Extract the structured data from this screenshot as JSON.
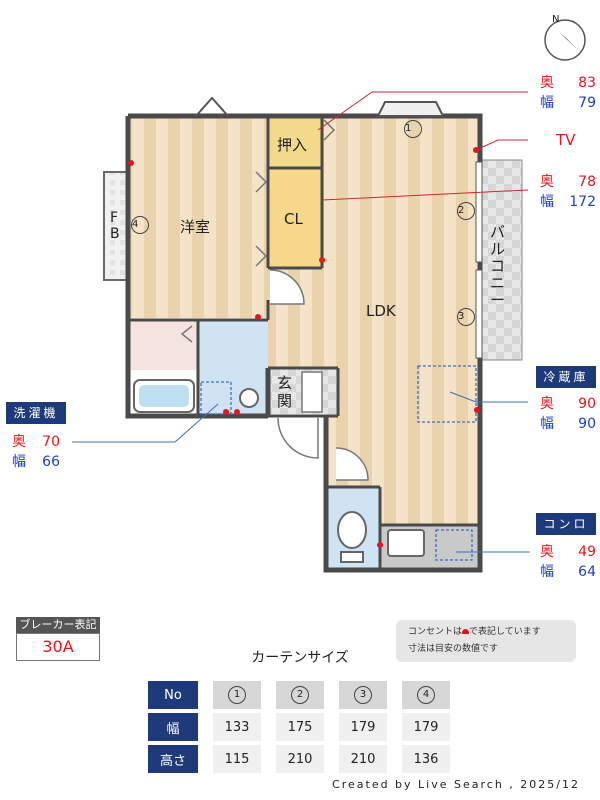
{
  "rooms": {
    "western": "洋室",
    "ldk": "LDK",
    "oshiire": "押入",
    "cl": "CL",
    "genkan_1": "玄",
    "genkan_2": "関",
    "balcony": "バルコニー",
    "fb_1": "F",
    "fb_2": "B"
  },
  "compass": {
    "north": "N"
  },
  "windows": [
    "1",
    "2",
    "3",
    "4"
  ],
  "callouts": {
    "window1": {
      "depth_label": "奥",
      "depth": "83",
      "width_label": "幅",
      "width": "79"
    },
    "tv": {
      "label": "TV"
    },
    "closet": {
      "depth_label": "奥",
      "depth": "78",
      "width_label": "幅",
      "width": "172"
    },
    "fridge": {
      "title": "冷蔵庫",
      "depth_label": "奥",
      "depth": "90",
      "width_label": "幅",
      "width": "90"
    },
    "stove": {
      "title": "コンロ",
      "depth_label": "奥",
      "depth": "49",
      "width_label": "幅",
      "width": "64"
    },
    "washer": {
      "title": "洗濯機",
      "depth_label": "奥",
      "depth": "70",
      "width_label": "幅",
      "width": "66"
    }
  },
  "breaker": {
    "title": "ブレーカー表記",
    "value": "30A"
  },
  "note": {
    "line1_before": "コンセントは",
    "line1_after": "で表記しています",
    "line2": "寸法は目安の数値です"
  },
  "curtain": {
    "title": "カーテンサイズ",
    "header": "No",
    "numbers": [
      "1",
      "2",
      "3",
      "4"
    ],
    "rows": [
      {
        "label": "幅",
        "values": [
          "133",
          "175",
          "179",
          "179"
        ]
      },
      {
        "label": "高さ",
        "values": [
          "115",
          "210",
          "210",
          "136"
        ]
      }
    ]
  },
  "footer": "Created by Live Search , 2025/12",
  "colors": {
    "outlet": "#e8141b",
    "navy": "#1f3a7a",
    "wall": "#4a4a4a"
  }
}
